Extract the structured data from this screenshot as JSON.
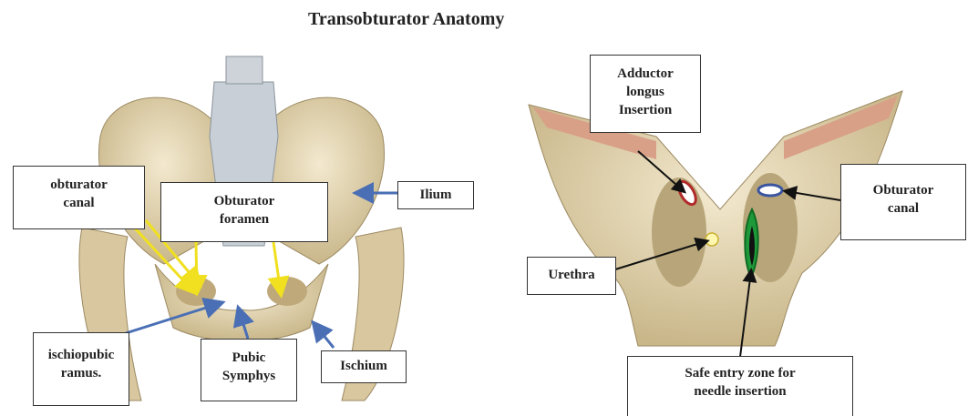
{
  "title": "Transobturator Anatomy",
  "left_figure": {
    "labels": {
      "obturator_canal": [
        "obturator",
        "canal"
      ],
      "obturator_foramen": [
        "Obturator",
        "foramen"
      ],
      "ilium": [
        "Ilium"
      ],
      "ischiopubic_ramus": [
        "ischiopubic",
        "ramus."
      ],
      "pubic_symphys": [
        "Pubic",
        "Symphys"
      ],
      "ischium": [
        "Ischium"
      ]
    }
  },
  "right_figure": {
    "labels": {
      "adductor_longus": [
        "Adductor",
        "longus",
        "Insertion"
      ],
      "obturator_canal": [
        "Obturator",
        "canal"
      ],
      "urethra": [
        "Urethra"
      ],
      "safe_entry": [
        "Safe entry zone for",
        "needle insertion"
      ]
    }
  },
  "colors": {
    "yellow_arrow": "#f0e020",
    "blue_arrow": "#4a6fb5",
    "black_arrow": "#111111",
    "bone": "#e6d6b0",
    "safe_zone": "#1f9a3a"
  }
}
